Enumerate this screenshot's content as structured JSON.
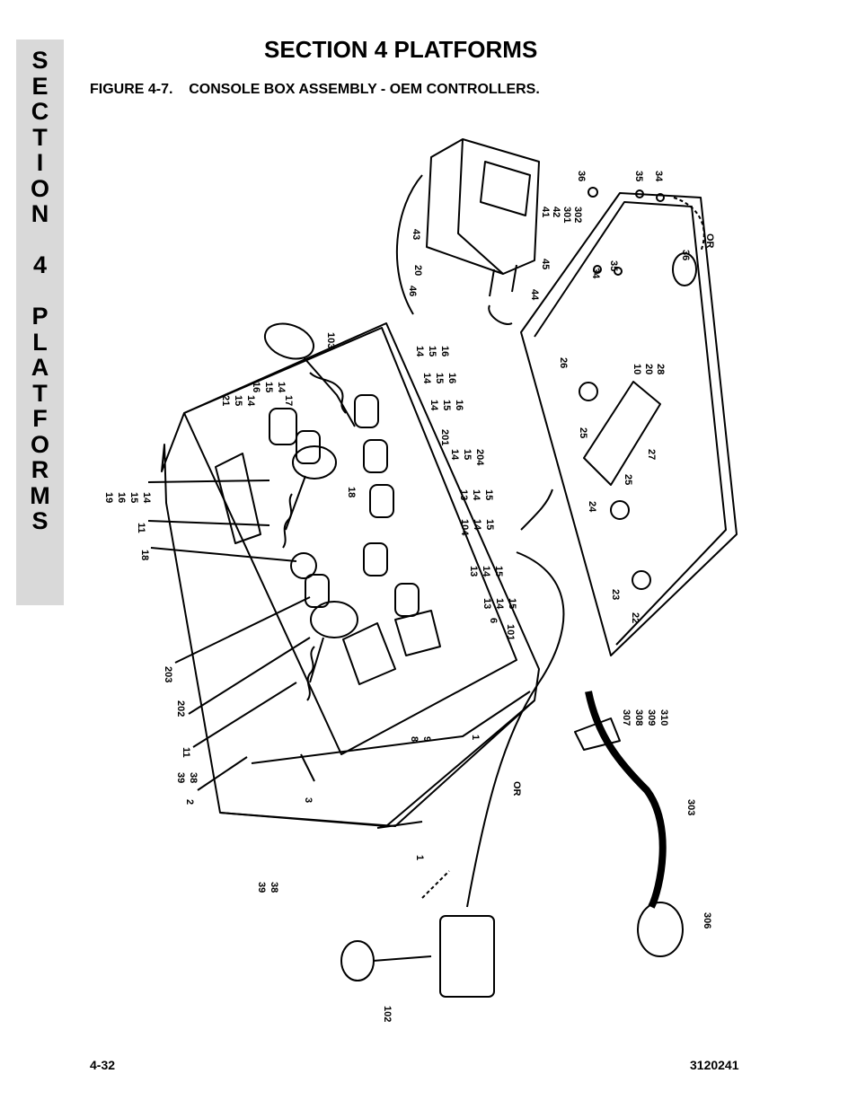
{
  "section_tab": {
    "letters": [
      "S",
      "E",
      "C",
      "T",
      "I",
      "O",
      "N",
      "",
      "4",
      "",
      "P",
      "L",
      "A",
      "T",
      "F",
      "O",
      "R",
      "M",
      "S"
    ]
  },
  "header": {
    "title": "SECTION 4  PLATFORMS",
    "figure_caption": "FIGURE 4-7.    CONSOLE BOX ASSEMBLY - OEM CONTROLLERS."
  },
  "callouts": [
    {
      "id": "c36a",
      "text": "36"
    },
    {
      "id": "c35a",
      "text": "35"
    },
    {
      "id": "c34a",
      "text": "34"
    },
    {
      "id": "c41",
      "text": "41"
    },
    {
      "id": "c42",
      "text": "42"
    },
    {
      "id": "c301",
      "text": "301"
    },
    {
      "id": "c302",
      "text": "302"
    },
    {
      "id": "c43",
      "text": "43"
    },
    {
      "id": "c20a",
      "text": "20"
    },
    {
      "id": "c46",
      "text": "46"
    },
    {
      "id": "c45",
      "text": "45"
    },
    {
      "id": "c44",
      "text": "44"
    },
    {
      "id": "c34b",
      "text": "34"
    },
    {
      "id": "c35b",
      "text": "35"
    },
    {
      "id": "c36b",
      "text": "36"
    },
    {
      "id": "cOR1",
      "text": "OR"
    },
    {
      "id": "c103",
      "text": "103"
    },
    {
      "id": "c14a",
      "text": "14"
    },
    {
      "id": "c15a",
      "text": "15"
    },
    {
      "id": "c16a",
      "text": "16"
    },
    {
      "id": "c14b",
      "text": "14"
    },
    {
      "id": "c15b",
      "text": "15"
    },
    {
      "id": "c16b",
      "text": "16"
    },
    {
      "id": "c14c",
      "text": "14"
    },
    {
      "id": "c15c",
      "text": "15"
    },
    {
      "id": "c16c",
      "text": "16"
    },
    {
      "id": "c26",
      "text": "26"
    },
    {
      "id": "c10",
      "text": "10"
    },
    {
      "id": "c20b",
      "text": "20"
    },
    {
      "id": "c28",
      "text": "28"
    },
    {
      "id": "c16d",
      "text": "16"
    },
    {
      "id": "c15d",
      "text": "15"
    },
    {
      "id": "c14d",
      "text": "14"
    },
    {
      "id": "c17",
      "text": "17"
    },
    {
      "id": "c21",
      "text": "21"
    },
    {
      "id": "c15e",
      "text": "15"
    },
    {
      "id": "c14e",
      "text": "14"
    },
    {
      "id": "c201",
      "text": "201"
    },
    {
      "id": "c14f",
      "text": "14"
    },
    {
      "id": "c15f",
      "text": "15"
    },
    {
      "id": "c204",
      "text": "204"
    },
    {
      "id": "c25a",
      "text": "25"
    },
    {
      "id": "c27",
      "text": "27"
    },
    {
      "id": "c25b",
      "text": "25"
    },
    {
      "id": "c24",
      "text": "24"
    },
    {
      "id": "c13a",
      "text": "13"
    },
    {
      "id": "c14g",
      "text": "14"
    },
    {
      "id": "c15g",
      "text": "15"
    },
    {
      "id": "c104",
      "text": "104"
    },
    {
      "id": "c14h",
      "text": "14"
    },
    {
      "id": "c15h",
      "text": "15"
    },
    {
      "id": "c18a",
      "text": "18"
    },
    {
      "id": "c19",
      "text": "19"
    },
    {
      "id": "c16e",
      "text": "16"
    },
    {
      "id": "c15i",
      "text": "15"
    },
    {
      "id": "c14i",
      "text": "14"
    },
    {
      "id": "c11a",
      "text": "11"
    },
    {
      "id": "c18b",
      "text": "18"
    },
    {
      "id": "c13b",
      "text": "13"
    },
    {
      "id": "c14j",
      "text": "14"
    },
    {
      "id": "c15j",
      "text": "15"
    },
    {
      "id": "c23",
      "text": "23"
    },
    {
      "id": "c22",
      "text": "22"
    },
    {
      "id": "c13c",
      "text": "13"
    },
    {
      "id": "c14k",
      "text": "14"
    },
    {
      "id": "c101",
      "text": "101"
    },
    {
      "id": "c15k",
      "text": "15"
    },
    {
      "id": "c6",
      "text": "6"
    },
    {
      "id": "c203",
      "text": "203"
    },
    {
      "id": "c202",
      "text": "202"
    },
    {
      "id": "c307",
      "text": "307"
    },
    {
      "id": "c308",
      "text": "308"
    },
    {
      "id": "c309",
      "text": "309"
    },
    {
      "id": "c310",
      "text": "310"
    },
    {
      "id": "c8",
      "text": "8"
    },
    {
      "id": "c9",
      "text": "9"
    },
    {
      "id": "c1a",
      "text": "1"
    },
    {
      "id": "c11b",
      "text": "11"
    },
    {
      "id": "c39a",
      "text": "39"
    },
    {
      "id": "c38a",
      "text": "38"
    },
    {
      "id": "c2",
      "text": "2"
    },
    {
      "id": "c3",
      "text": "3"
    },
    {
      "id": "cOR2",
      "text": "OR"
    },
    {
      "id": "c303",
      "text": "303"
    },
    {
      "id": "c1b",
      "text": "1"
    },
    {
      "id": "c39b",
      "text": "39"
    },
    {
      "id": "c38b",
      "text": "38"
    },
    {
      "id": "c306",
      "text": "306"
    },
    {
      "id": "c102",
      "text": "102"
    }
  ],
  "footer": {
    "page_number": "4-32",
    "doc_number": "3120241"
  }
}
